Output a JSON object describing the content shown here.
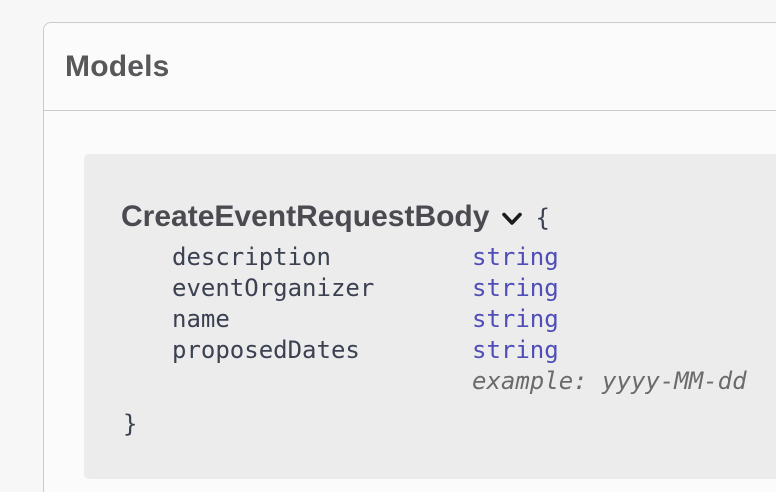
{
  "colors": {
    "page_bg": "#f7f7f8",
    "card_bg": "#fbfbfb",
    "card_border": "#c9cbd1",
    "heading": "#58585a",
    "title": "#4a4a50",
    "model_text": "#3b4151",
    "type": "#4f4db8",
    "example": "#6b6b6b",
    "model_box_bg": "#ececec"
  },
  "section": {
    "title": "Models"
  },
  "model": {
    "name": "CreateEventRequestBody",
    "expander_icon": "chevron-down",
    "brace_open": "{",
    "brace_close": "}",
    "properties": [
      {
        "name": "description",
        "type": "string",
        "example": ""
      },
      {
        "name": "eventOrganizer",
        "type": "string",
        "example": ""
      },
      {
        "name": "name",
        "type": "string",
        "example": ""
      },
      {
        "name": "proposedDates",
        "type": "string",
        "example": "example: yyyy-MM-dd"
      }
    ]
  }
}
